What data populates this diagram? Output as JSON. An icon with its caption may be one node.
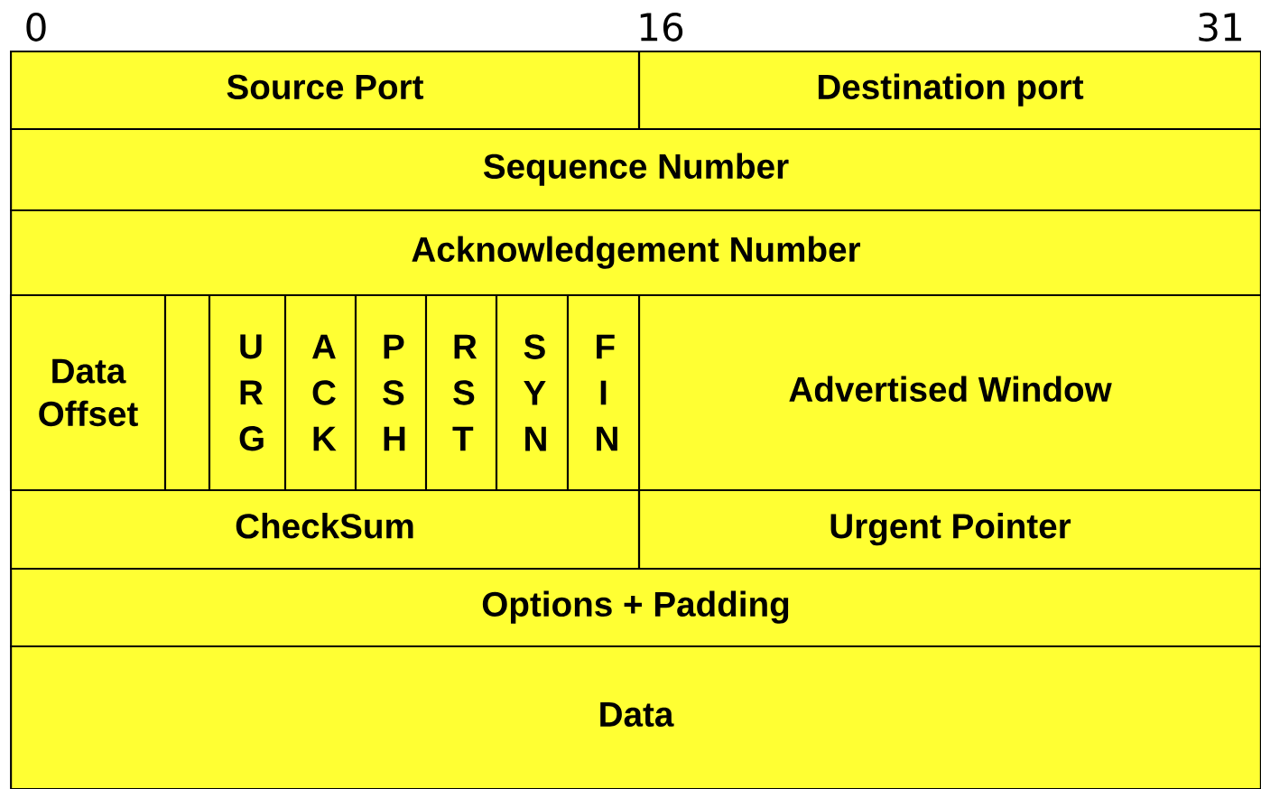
{
  "diagram": {
    "nodes": [
      {
        "text": [
          "Source Port"
        ]
      },
      {
        "text": [
          "Destination port"
        ]
      },
      {
        "text": [
          "Sequence Number"
        ]
      },
      {
        "text": [
          "Acknowledgement Number"
        ]
      },
      {
        "text": [
          "Data Offset"
        ]
      },
      {
        "text": [],
        "shape": "box"
      },
      {
        "text": [
          "U R G"
        ]
      },
      {
        "text": [
          "A C K"
        ]
      },
      {
        "text": [
          "P S H"
        ]
      },
      {
        "text": [
          "R S T"
        ]
      },
      {
        "text": [
          "S Y N"
        ]
      },
      {
        "text": [
          "F I N"
        ]
      },
      {
        "text": [
          "Advertised Window"
        ]
      },
      {
        "text": [
          "CheckSum"
        ]
      },
      {
        "text": [
          "Urgent Pointer"
        ]
      },
      {
        "text": [
          "Options + Padding"
        ]
      },
      {
        "text": [
          "Data"
        ]
      }
    ],
    "labels": [
      "0",
      "16",
      "31"
    ]
  }
}
